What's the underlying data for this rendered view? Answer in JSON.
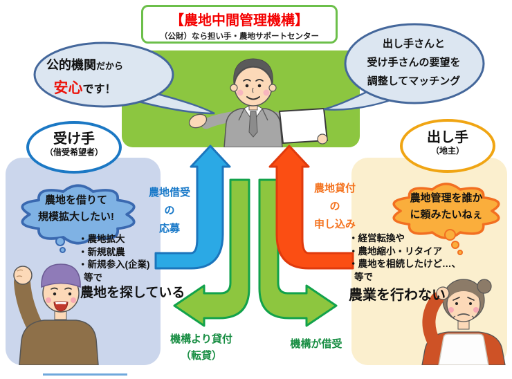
{
  "title": {
    "main": "【農地中間管理機構】",
    "sub": "（公財）なら担い手・農地サポートセンター"
  },
  "bubbles": {
    "left": {
      "line1_strong": "公的機関",
      "line1_rest": "だから",
      "line2_red": "安心",
      "line2_rest": "です！"
    },
    "right": {
      "line1": "出し手さんと",
      "line2": "受け手さんの要望を",
      "line3": "調整してマッチング"
    }
  },
  "receiver": {
    "role": "受け手",
    "role_sub": "（借受希望者）",
    "thought_line1": "農地を借りて",
    "thought_line2": "規模拡大したい!",
    "bullets": [
      "・農地拡大",
      "・新規就農",
      "・新規参入(企業)",
      "等で"
    ],
    "summary": "農地を探している"
  },
  "provider": {
    "role": "出し手",
    "role_sub": "（地主）",
    "thought_line1": "農地管理を誰か",
    "thought_line2": "に頼みたいねぇ",
    "bullets": [
      "・経営転換や",
      "・農地縮小・リタイア",
      "・農地を相続したけど…、",
      "等で"
    ],
    "summary": "農業を行わない"
  },
  "arrows": {
    "apply_borrow_line1": "農地借受",
    "apply_borrow_line2": "の",
    "apply_borrow_line3": "応募",
    "apply_lend_line1": "農地貸付",
    "apply_lend_line2": "の",
    "apply_lend_line3": "申し込み",
    "org_lend_line1": "機構より貸付",
    "org_lend_line2": "（転貸）",
    "org_borrow": "機構が借受"
  },
  "colors": {
    "green_box": "#8cc640",
    "title_red": "#f40000",
    "blue_arrow": "#2ba9e5",
    "orange_arrow": "#fb4e13",
    "green_arrow": "#8dc63f",
    "left_panel": "#cbd6ec",
    "right_panel": "#fbefce",
    "left_cloud": "#7fb2e4",
    "right_cloud": "#faae3c"
  }
}
